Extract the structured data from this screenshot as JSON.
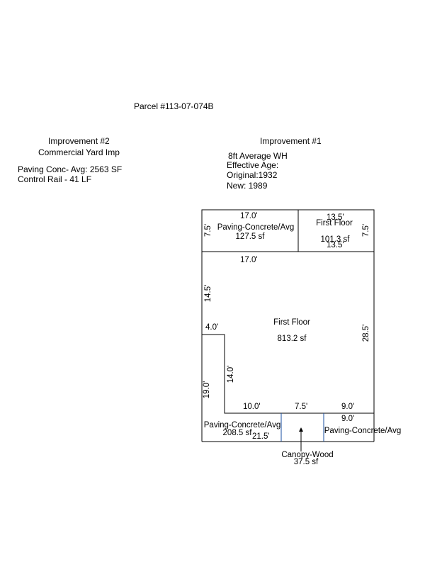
{
  "parcel": "Parcel #113-07-074B",
  "improvement2": {
    "title": "Improvement #2",
    "subtitle": "Commercial Yard Imp",
    "items": [
      "Paving Conc- Avg: 2563 SF",
      "Control Rail - 41 LF"
    ]
  },
  "improvement1": {
    "title": "Improvement #1",
    "lines": [
      "8ft Average WH",
      "Effective Age:",
      "Original:1932",
      "New: 1989"
    ]
  },
  "sketch": {
    "dims": {
      "top_left": "17.0'",
      "top_right": "13.5'",
      "left_top": "7.5'",
      "right_top": "7.5'",
      "mid_right": "13.5'",
      "main_top": "17.0'",
      "left_upper": "14.5'",
      "notch_width": "4.0'",
      "right_main": "28.5'",
      "notch_inner": "14.0'",
      "left_lower": "19.0'",
      "bottom_a": "10.0'",
      "bottom_b": "7.5'",
      "bottom_c": "9.0'",
      "bottom_c2": "9.0'",
      "bottom_total": "21.5'"
    },
    "areas": {
      "paving_top_label": "Paving-Concrete/Avg",
      "paving_top_sf": "127.5 sf",
      "first_floor_small_label": "First Floor",
      "first_floor_small_sf": "101.3 sf",
      "first_floor_main_label": "First Floor",
      "first_floor_main_sf": "813.2 sf",
      "paving_bottom_left_label": "Paving-Concrete/Avg",
      "paving_bottom_left_sf": "208.5 sf",
      "paving_bottom_right_label": "Paving-Concrete/Avg",
      "canopy_label": "Canopy-Wood",
      "canopy_sf": "37.5 sf"
    },
    "colors": {
      "line": "#000000",
      "canopy_line": "#1a4fa0"
    }
  }
}
